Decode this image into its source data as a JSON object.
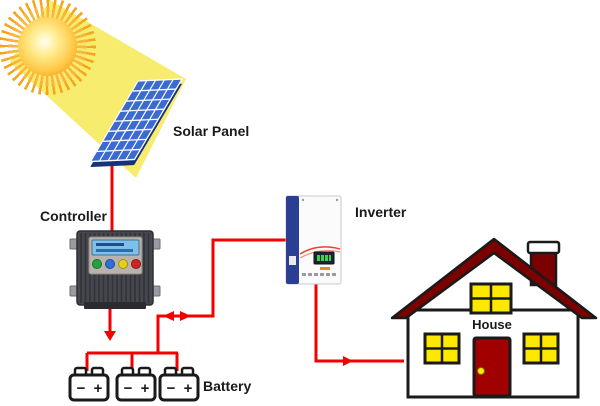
{
  "diagram": {
    "type": "solar-power-system",
    "labels": {
      "solar_panel": "Solar Panel",
      "controller": "Controller",
      "inverter": "Inverter",
      "house": "House",
      "battery": "Battery"
    },
    "battery_terminals": {
      "minus": "−",
      "plus": "+"
    },
    "battery_count": 3,
    "connections": [
      {
        "from": "sun",
        "to": "solar-panel",
        "style": "light-beam"
      },
      {
        "from": "solar-panel",
        "to": "controller",
        "style": "wire"
      },
      {
        "from": "controller",
        "to": "battery-bank",
        "style": "wire-arrow-down"
      },
      {
        "from": "battery-bank",
        "to": "inverter",
        "style": "wire-double-arrow"
      },
      {
        "from": "inverter",
        "to": "house",
        "style": "wire-arrow-right"
      }
    ],
    "colors": {
      "wire": "#F40000",
      "beam": "#F8EC6E",
      "sun_ray": "#F7A41D",
      "panel_cell": "#3B6AD0",
      "panel_frame": "#16337A",
      "roof": "#7B0000",
      "door": "#A00000",
      "window": "#FFE800",
      "outline": "#1a1a1a"
    }
  }
}
